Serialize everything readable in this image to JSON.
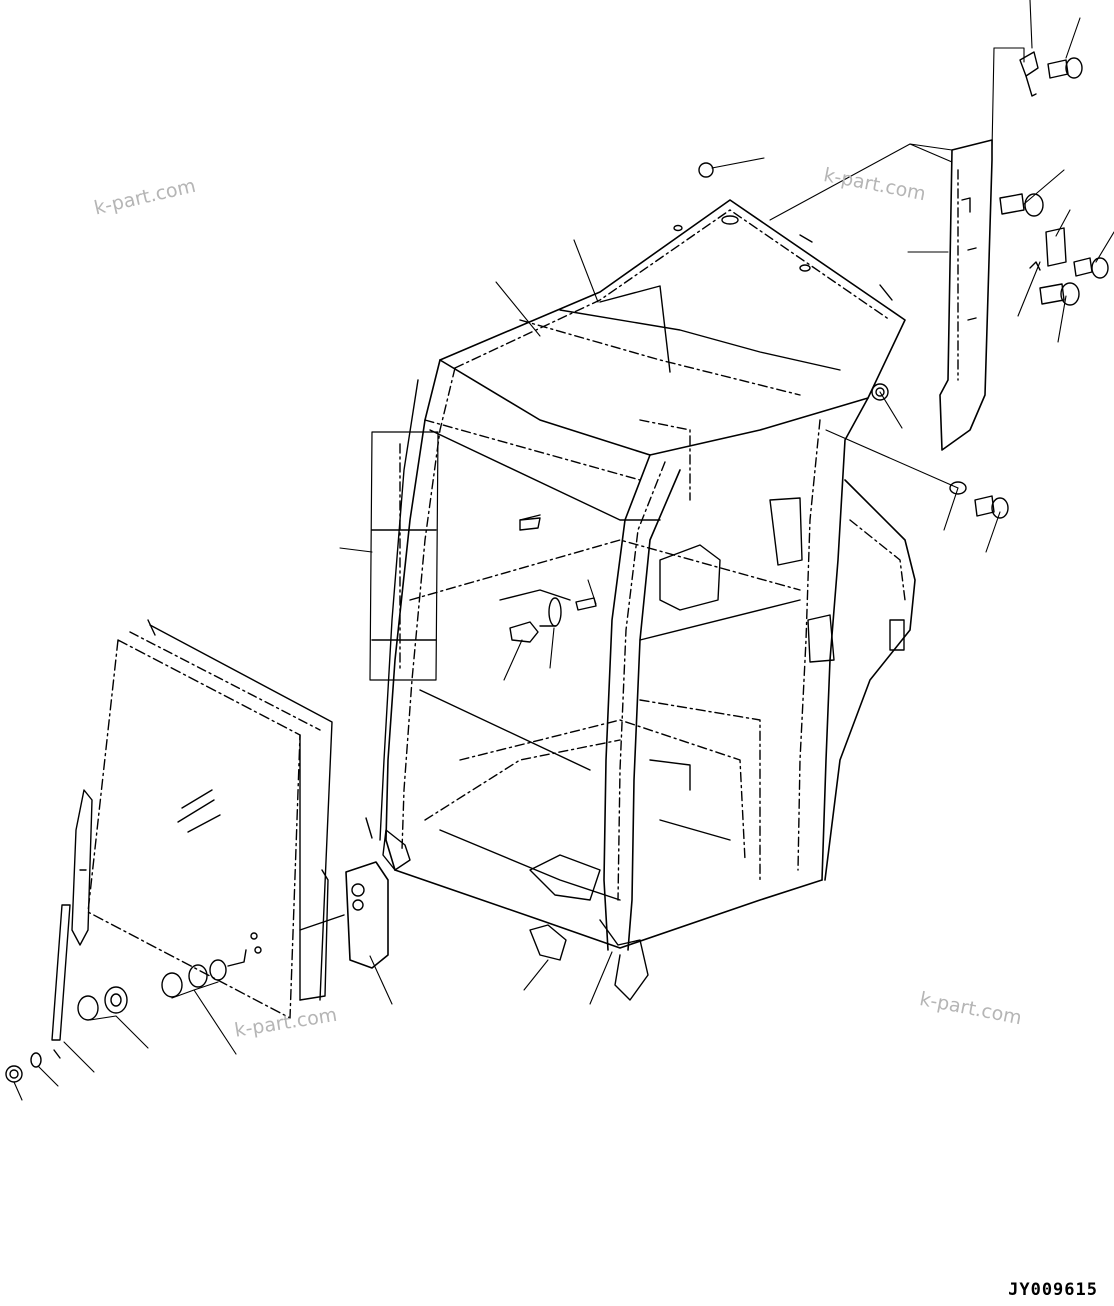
{
  "drawing_id": "JY009615",
  "watermarks": [
    "k-part.com",
    "k-part.com",
    "k-part.com",
    "k-part.com"
  ],
  "colors": {
    "line": "#000000",
    "watermark": "#b5b5b5",
    "background": "#ffffff"
  }
}
